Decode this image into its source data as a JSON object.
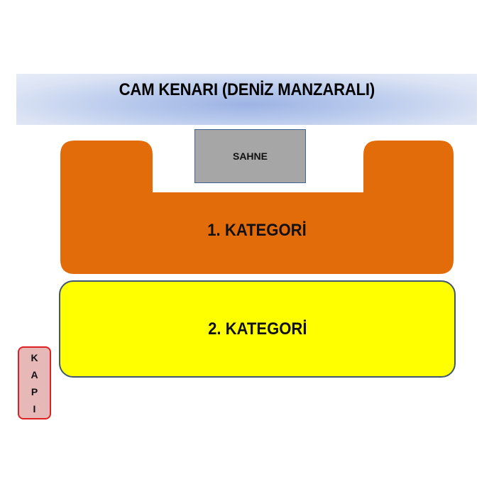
{
  "banner": {
    "title": "CAM KENARI (DENİZ MANZARALI)",
    "color_center": "#9db3e3",
    "color_edge": "#e6ecf7"
  },
  "stage": {
    "label": "SAHNE",
    "color": "#a6a6a6"
  },
  "categories": [
    {
      "label": "1. KATEGORİ",
      "color": "#e36c0a"
    },
    {
      "label": "2. KATEGORİ",
      "color": "#ffff00"
    }
  ],
  "door": {
    "label": "KAPI",
    "letters": [
      "K",
      "A",
      "P",
      "I"
    ],
    "color": "#e6b8b7",
    "border": "#e02020"
  }
}
